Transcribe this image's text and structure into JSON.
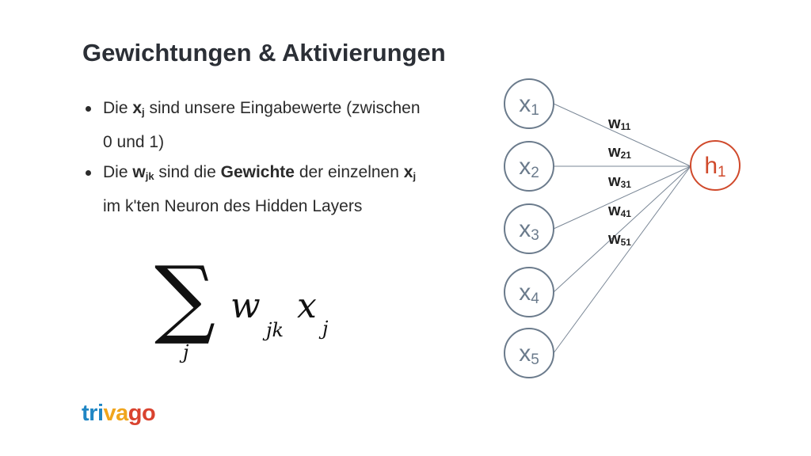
{
  "slide": {
    "title": "Gewichtungen & Aktivierungen"
  },
  "bullets": {
    "b1": {
      "t1": "Die ",
      "sym": "x",
      "sub": "j",
      "t2": " sind unsere Eingabewerte (zwischen 0 und 1)"
    },
    "b2": {
      "t1": "Die ",
      "sym1": "w",
      "sub1": "jk",
      "t2": " sind die ",
      "bold": "Gewichte",
      "t3": " der einzelnen ",
      "sym2": "x",
      "sub2": "j",
      "t4": " im k'ten Neuron des Hidden Layers"
    }
  },
  "formula": {
    "sigma": "∑",
    "limit": "j",
    "w": "w",
    "w_sub": "jk",
    "x": "x",
    "x_sub": "j"
  },
  "network": {
    "inputs": [
      {
        "base": "x",
        "sub": "1"
      },
      {
        "base": "x",
        "sub": "2"
      },
      {
        "base": "x",
        "sub": "3"
      },
      {
        "base": "x",
        "sub": "4"
      },
      {
        "base": "x",
        "sub": "5"
      }
    ],
    "output": {
      "base": "h",
      "sub": "1"
    },
    "weights": [
      {
        "base": "w",
        "sub": "11"
      },
      {
        "base": "w",
        "sub": "21"
      },
      {
        "base": "w",
        "sub": "31"
      },
      {
        "base": "w",
        "sub": "41"
      },
      {
        "base": "w",
        "sub": "51"
      }
    ],
    "colors": {
      "input": "#6b7b8c",
      "output": "#d04a2c",
      "edge": "#7a8796",
      "weight": "#222222"
    }
  },
  "logo": {
    "part1": "tri",
    "part2": "va",
    "part3": "go"
  }
}
